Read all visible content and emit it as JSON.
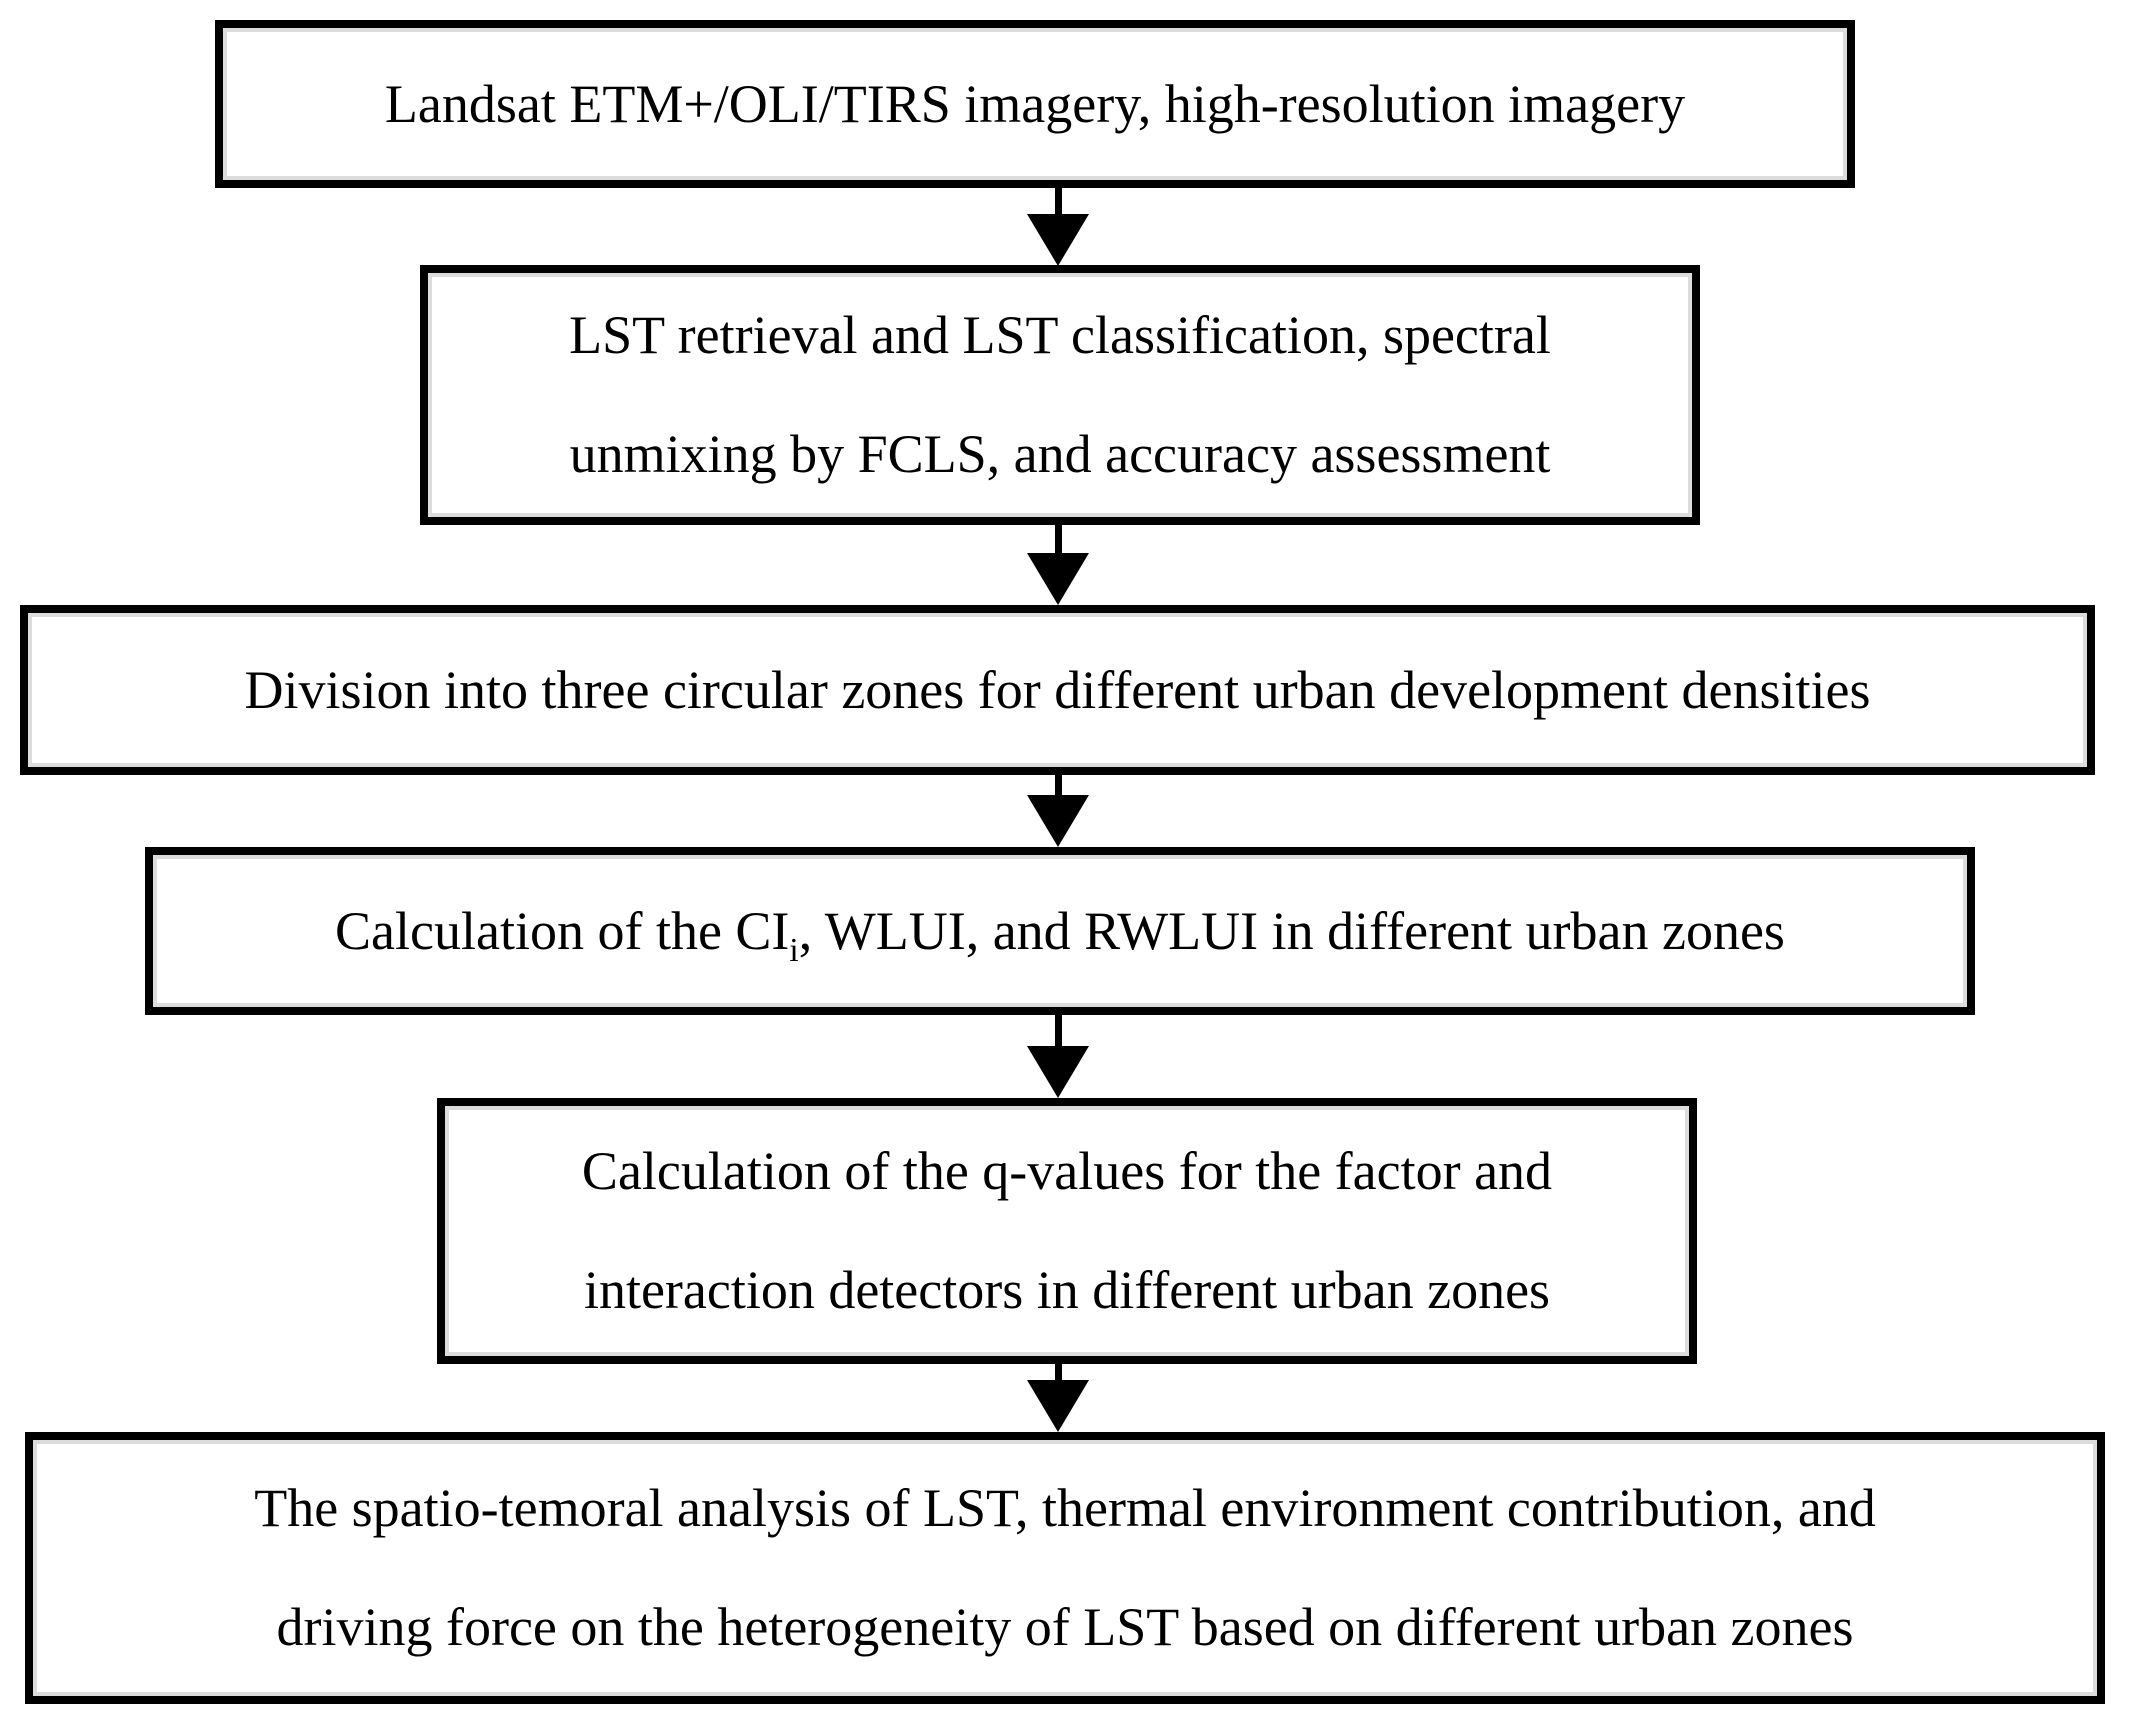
{
  "flowchart": {
    "type": "vertical-flowchart",
    "colors": {
      "box_border": "#000000",
      "box_background": "#ffffff",
      "box_inner_edge": "#dcdcdc",
      "text": "#000000",
      "arrow": "#000000"
    },
    "boxes": [
      {
        "id": "imagery",
        "lines": [
          "Landsat ETM+/OLI/TIRS imagery, high-resolution imagery"
        ]
      },
      {
        "id": "lst-retrieval",
        "lines": [
          "LST retrieval and LST classification, spectral",
          "unmixing by FCLS, and accuracy assessment"
        ]
      },
      {
        "id": "zone-division",
        "lines": [
          "Division into three circular zones for different urban development densities"
        ]
      },
      {
        "id": "index-calc",
        "prefix": "Calculation of the CI",
        "subscript": "i",
        "suffix": ", WLUI, and RWLUI in different urban zones"
      },
      {
        "id": "q-values",
        "lines": [
          "Calculation of the q-values for the factor and",
          "interaction detectors in different urban zones"
        ]
      },
      {
        "id": "analysis",
        "lines": [
          "The spatio-temoral analysis of LST, thermal environment contribution, and",
          "driving force on the heterogeneity of LST based on different urban zones"
        ]
      }
    ],
    "connections": [
      {
        "from": "imagery",
        "to": "lst-retrieval"
      },
      {
        "from": "lst-retrieval",
        "to": "zone-division"
      },
      {
        "from": "zone-division",
        "to": "index-calc"
      },
      {
        "from": "index-calc",
        "to": "q-values"
      },
      {
        "from": "q-values",
        "to": "analysis"
      }
    ]
  }
}
